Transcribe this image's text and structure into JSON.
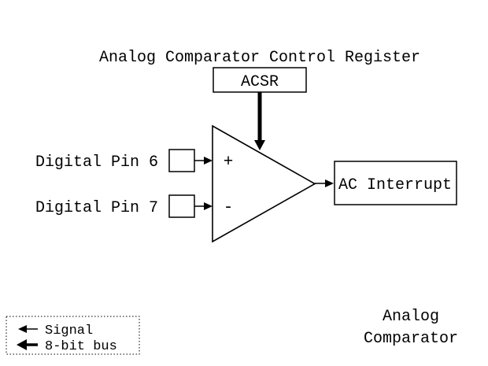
{
  "title": "Analog Comparator Control Register",
  "acsr_label": "ACSR",
  "inputs": [
    {
      "label": "Digital Pin 6",
      "sign": "+"
    },
    {
      "label": "Digital Pin 7",
      "sign": "-"
    }
  ],
  "output_label": "AC Interrupt",
  "legend": {
    "signal_label": "Signal",
    "bus_label": "8-bit bus"
  },
  "caption_line1": "Analog",
  "caption_line2": "Comparator",
  "colors": {
    "line": "#000000",
    "background": "#ffffff"
  }
}
